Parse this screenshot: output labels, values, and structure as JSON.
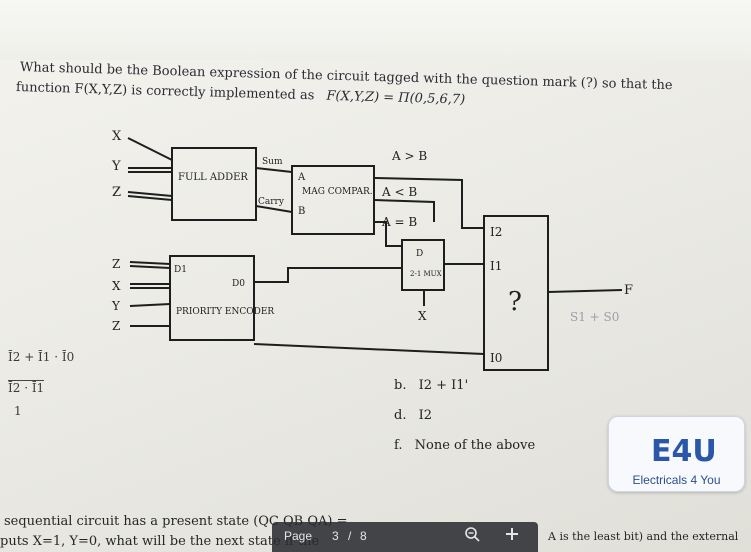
{
  "question": {
    "line1": "What should be the Boolean expression of the circuit tagged with the question mark (?) so that the",
    "line2": "function F(X,Y,Z) is correctly implemented as",
    "formula": "F(X,Y,Z) = Π(0,5,6,7)"
  },
  "circuit": {
    "inputs_top": [
      "X",
      "Y",
      "Z"
    ],
    "full_adder": "FULL ADDER",
    "fa_sum": "Sum",
    "fa_carry": "Carry",
    "mag_comp": "MAG COMPAR.",
    "mag_a": "A",
    "mag_b": "B",
    "out_gt": "A > B",
    "out_lt": "A < B",
    "out_eq": "A = B",
    "mux_top": "D",
    "mux_label": "2-1 MUX",
    "mux_sel": "X",
    "priority_encoder": "PRIORITY ENCODER",
    "pe_d1": "D1",
    "pe_d0": "D0",
    "inputs_pe": [
      "Z",
      "X",
      "Y",
      "Z"
    ],
    "box_i2": "I2",
    "box_i1": "I1",
    "box_i0": "I0",
    "question_mark": "?",
    "output": "F"
  },
  "options": [
    {
      "letter": "b.",
      "text": "I2 + I1'"
    },
    {
      "letter": "d.",
      "text": "I2"
    },
    {
      "letter": "f.",
      "text": "None of the above"
    }
  ],
  "notes": {
    "right_scribble": "S1 + S0",
    "left_scribble1": "Ī2 + Ī1 · Ī0",
    "left_scribble2": "Ī2 · Ī1",
    "left_scribble3": "1"
  },
  "bottom": {
    "line1": "sequential circuit has a present state (QC QB QA) =",
    "line1_tail": "A is the least bit) and the external",
    "line2": "puts X=1, Y=0, what will be the next state if the"
  },
  "watermark": {
    "logo": "E4U",
    "caption": "Electricals 4 You"
  },
  "pdf_toolbar": {
    "page_label": "Page",
    "page_num": "3",
    "sep": "/",
    "total": "8"
  }
}
